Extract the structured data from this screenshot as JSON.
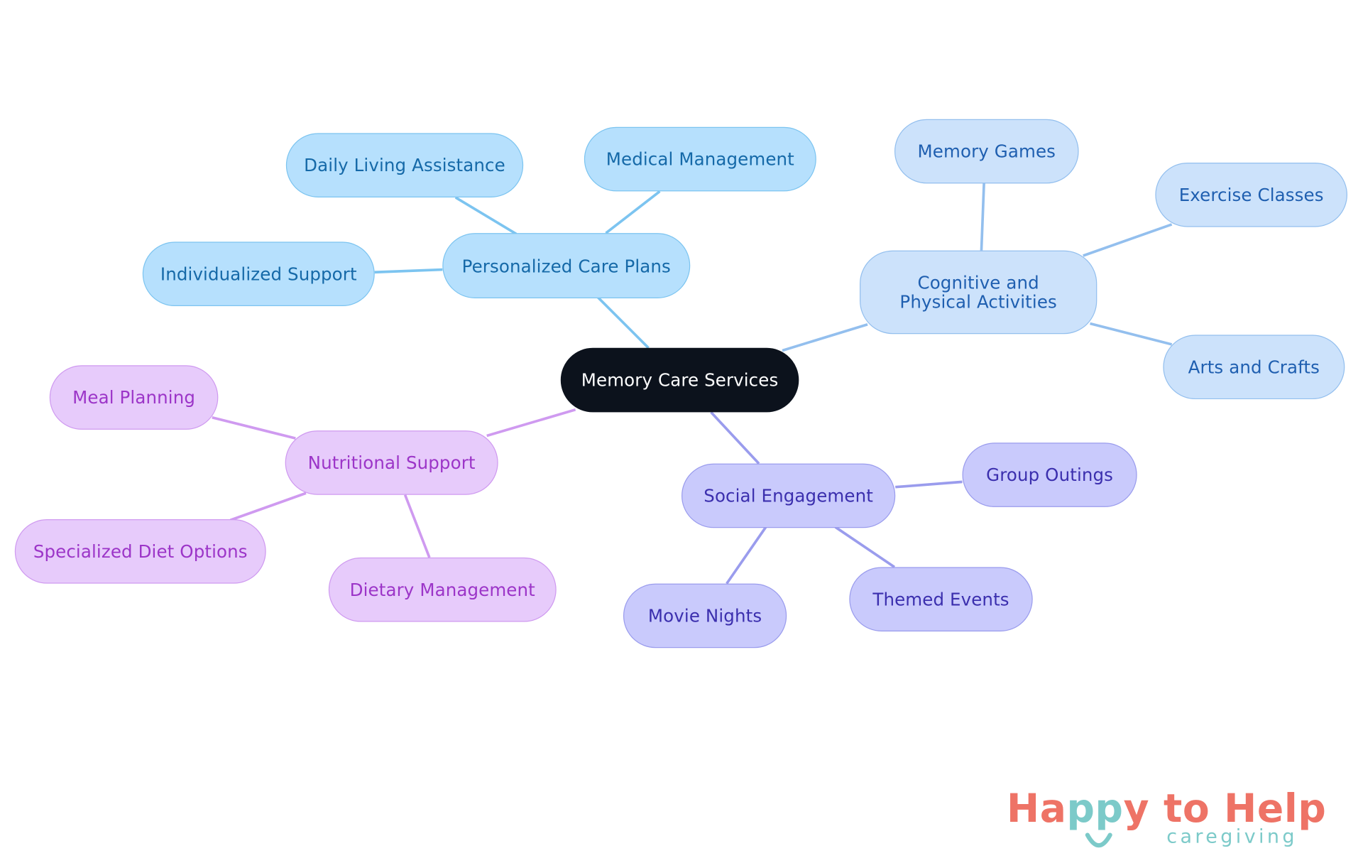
{
  "diagram": {
    "root": {
      "label": "Memory Care Services"
    },
    "branches": [
      {
        "label": "Personalized Care Plans",
        "color": "#7cc4f0",
        "children": [
          {
            "label": "Daily Living Assistance"
          },
          {
            "label": "Medical Management"
          },
          {
            "label": "Individualized Support"
          }
        ]
      },
      {
        "label": "Cognitive and Physical Activities",
        "color": "#93bfee",
        "children": [
          {
            "label": "Memory Games"
          },
          {
            "label": "Exercise Classes"
          },
          {
            "label": "Arts and Crafts"
          }
        ]
      },
      {
        "label": "Social Engagement",
        "color": "#9a9ced",
        "children": [
          {
            "label": "Group Outings"
          },
          {
            "label": "Themed Events"
          },
          {
            "label": "Movie Nights"
          }
        ]
      },
      {
        "label": "Nutritional Support",
        "color": "#cf9af0",
        "children": [
          {
            "label": "Meal Planning"
          },
          {
            "label": "Specialized Diet Options"
          },
          {
            "label": "Dietary Management"
          }
        ]
      }
    ]
  },
  "logo": {
    "part1": "Ha",
    "part2": "pp",
    "part3": "y to Help",
    "sub": "caregiving",
    "icon": "smile-icon",
    "colors": {
      "coral": "#ee7366",
      "teal": "#7ccac9"
    }
  }
}
